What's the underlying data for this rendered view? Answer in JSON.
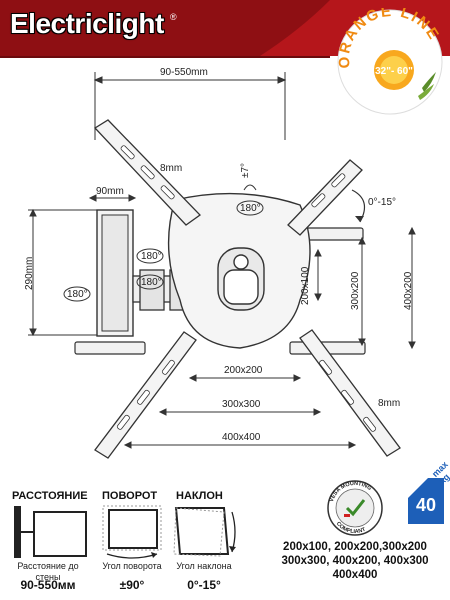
{
  "brand": {
    "name": "Electriclight",
    "mark": "®"
  },
  "badge": {
    "line": "ORANGE LINE",
    "size_range": "32\"- 60\""
  },
  "dimensions": {
    "arm_range": "90-550mm",
    "depth": "90mm",
    "height": "290mm",
    "bolt_gap_top": "8mm",
    "bolt_gap_bottom": "8mm",
    "tilt_angle": "±7°",
    "tilt_range": "0°-15°",
    "rot1": "180°",
    "rot2": "180°",
    "rot3": "180°",
    "rot4": "180°",
    "v200": "200x100",
    "v300": "300x200",
    "v400": "400x200",
    "h200": "200x200",
    "h300": "300x300",
    "h400": "400x400"
  },
  "sections": {
    "distance": {
      "title": "РАССТОЯНИЕ",
      "sub": "Расстояние до стены",
      "value": "90-550мм"
    },
    "rotation": {
      "title": "ПОВОРОТ",
      "sub": "Угол поворота",
      "value": "±90°"
    },
    "tilt": {
      "title": "НАКЛОН",
      "sub": "Угол наклона",
      "value": "0°-15°"
    }
  },
  "vesa": {
    "seal_top": "VESA MOUNTING",
    "seal_bottom": "COMPLIANT",
    "patterns": [
      "200x100, 200x200,300x200",
      "300x300, 400x200, 400x300",
      "400x400"
    ]
  },
  "load": {
    "label": "max kg",
    "value": "40"
  },
  "colors": {
    "header_red": "#b5161b",
    "badge_orange": "#f08a12",
    "badge_green": "#5a8d2a",
    "kg_blue": "#1d5fb8"
  }
}
